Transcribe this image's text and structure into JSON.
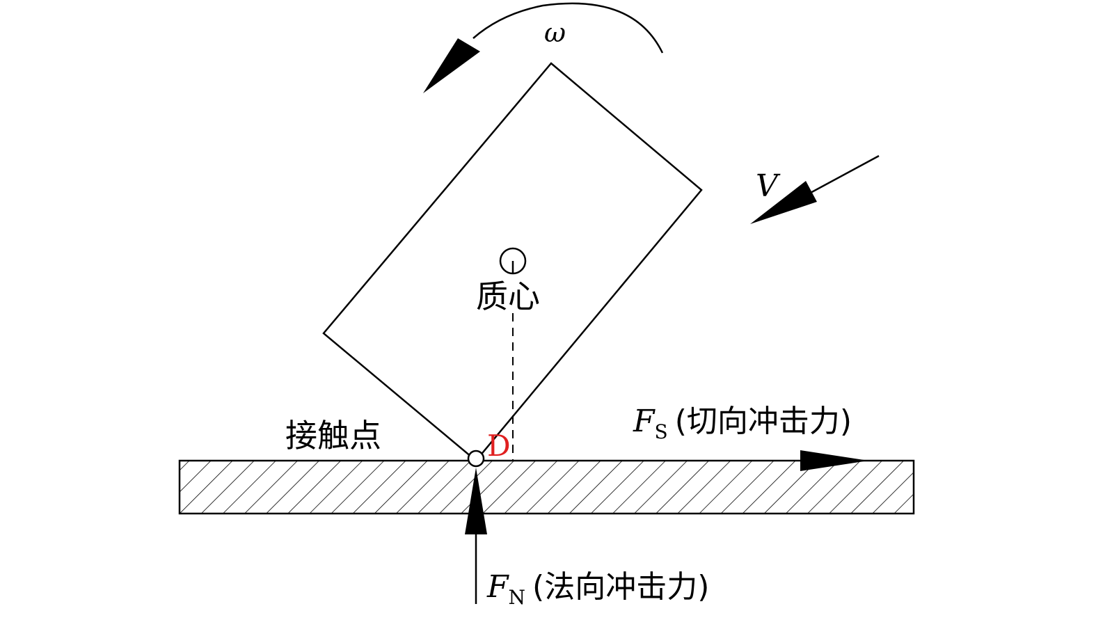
{
  "labels": {
    "omega": "ω",
    "velocity": "V",
    "center_of_mass": "质心",
    "contact_point": "接触点",
    "point_d": "D",
    "fs_symbol": "F",
    "fs_subscript": "S",
    "fs_description": "(切向冲击力)",
    "fn_symbol": "F",
    "fn_subscript": "N",
    "fn_description": "(法向冲击力)"
  },
  "colors": {
    "line": "#000000",
    "point_d": "#e02020",
    "background": "#ffffff"
  },
  "icons": {
    "rotation_arrow": "curved-arrow-icon",
    "velocity_arrow": "straight-arrow-icon",
    "center_marker": "circle-icon",
    "contact_marker": "circle-icon"
  }
}
